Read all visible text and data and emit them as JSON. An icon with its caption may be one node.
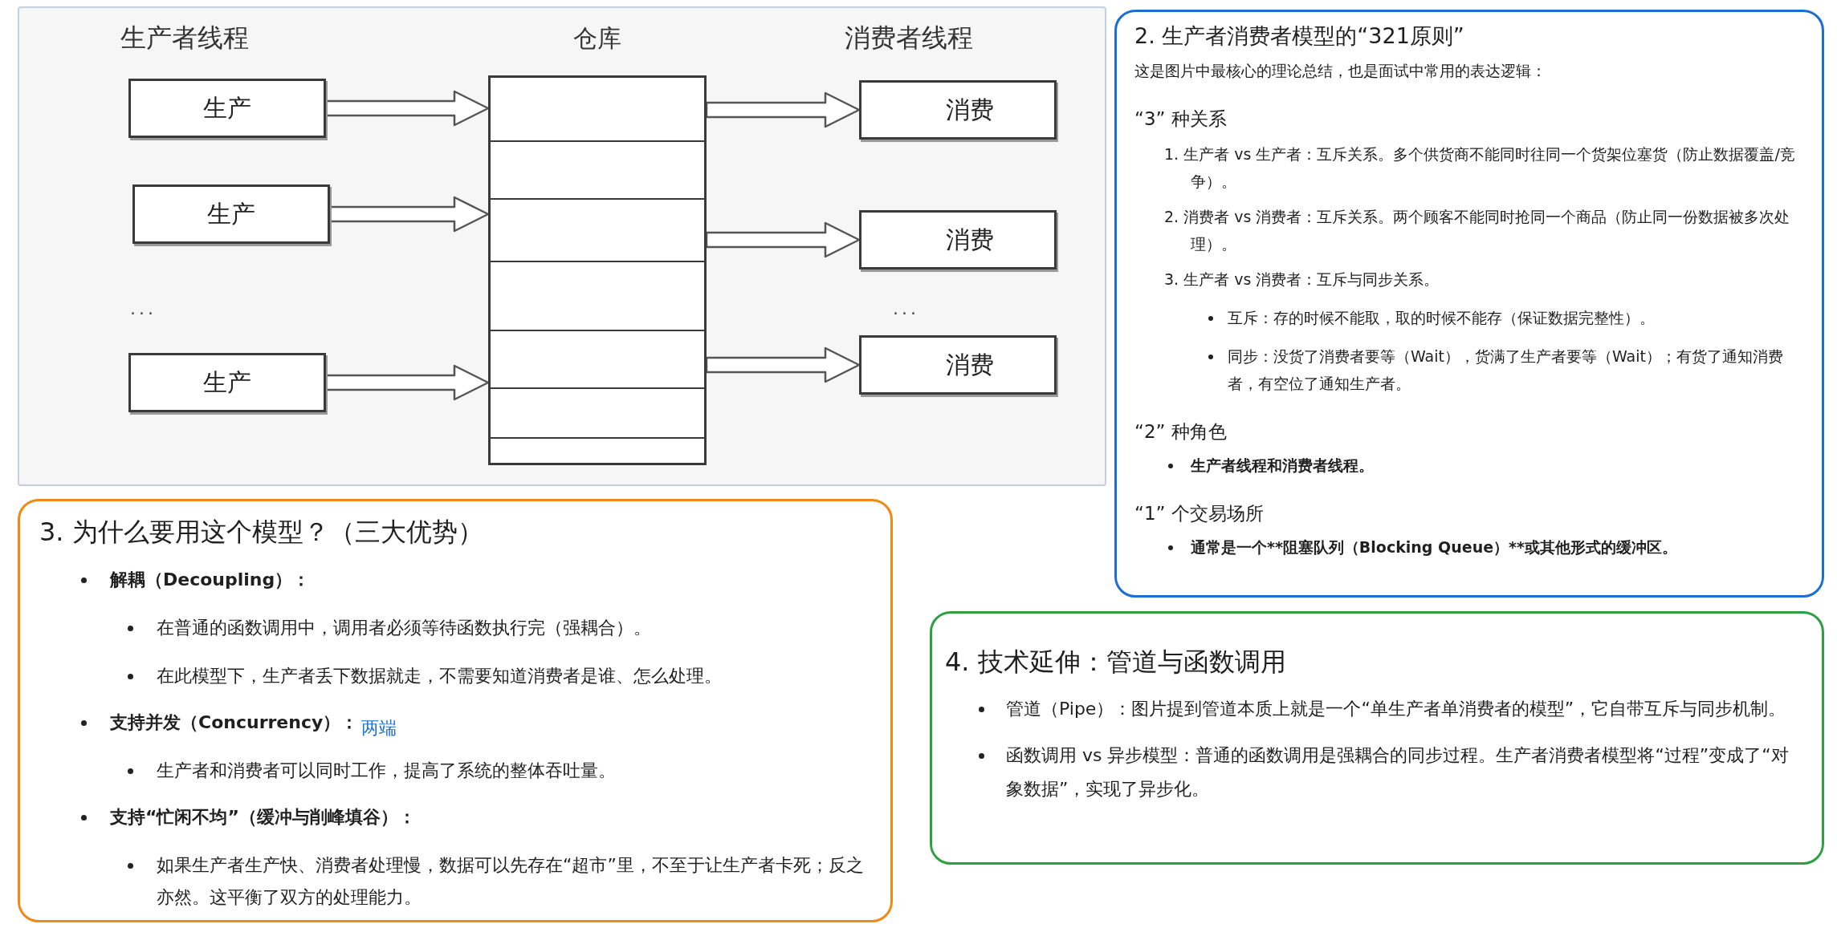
{
  "diagram": {
    "nodes": [
      {
        "text": [
          "生产"
        ]
      },
      {
        "text": [
          "生产"
        ]
      },
      {
        "text": [
          "生产"
        ]
      },
      {
        "text": [
          "仓库"
        ]
      },
      {
        "text": [
          "消费"
        ]
      },
      {
        "text": [
          "消费"
        ]
      },
      {
        "text": [
          "消费"
        ]
      },
      {
        "text": [
          "2. 生产者消费者模型的“321原则”",
          "这是图片中最核心的理论总结，也是面试中常用的表达逻辑：",
          "“3” 种关系",
          "1. 生产者 vs 生产者：互斥关系。多个供货商不能同时往同一个货架位塞货（防止数据覆盖/竞争）。",
          "2. 消费者 vs 消费者：互斥关系。两个顾客不能同时抢同一个商品（防止同一份数据被多次处理）。",
          "3. 生产者 vs 消费者：互斥与同步关系。",
          "互斥：存的时候不能取，取的时候不能存（保证数据完整性）。",
          "同步：没货了消费者要等（Wait），货满了生产者要等（Wait）；有货了通知消费者，有空位了通知生产者。",
          "“2” 种角色",
          "生产者线程和消费者线程。",
          "“1” 个交易场所",
          "通常是一个**阻塞队列（Blocking Queue）**或其他形式的缓冲区。"
        ]
      },
      {
        "text": [
          "3. 为什么要用这个模型？（三大优势）",
          "解耦（Decoupling）：",
          "在普通的函数调用中，调用者必须等待函数执行完（强耦合）。",
          "在此模型下，生产者丢下数据就走，不需要知道消费者是谁、怎么处理。",
          "支持并发（Concurrency）：",
          "生产者和消费者可以同时工作，提高了系统的整体吞吐量。",
          "支持“忙闲不均”（缓冲与削峰填谷）：",
          "如果生产者生产快、消费者处理慢，数据可以先存在“超市”里，不至于让生产者卡死；反之亦然。这平衡了双方的处理能力。"
        ]
      },
      {
        "text": [
          "4. 技术延伸：管道与函数调用",
          "管道（Pipe）：图片提到管道本质上就是一个“单生产者单消费者的模型”，它自带互斥与同步机制。",
          "函数调用 vs 异步模型：普通的函数调用是强耦合的同步过程。生产者消费者模型将“过程”变成了“对象数据”，实现了异步化。"
        ]
      }
    ],
    "edges": [
      {
        "from": 0,
        "to": 3,
        "arrow": "to"
      },
      {
        "from": 1,
        "to": 3,
        "arrow": "to"
      },
      {
        "from": 2,
        "to": 3,
        "arrow": "to"
      },
      {
        "from": 3,
        "to": 4,
        "arrow": "to"
      },
      {
        "from": 3,
        "to": 5,
        "arrow": "to"
      },
      {
        "from": 3,
        "to": 6,
        "arrow": "to"
      }
    ],
    "labels": [
      "生产者线程",
      "消费者线程",
      "...",
      "...",
      "两端"
    ]
  }
}
